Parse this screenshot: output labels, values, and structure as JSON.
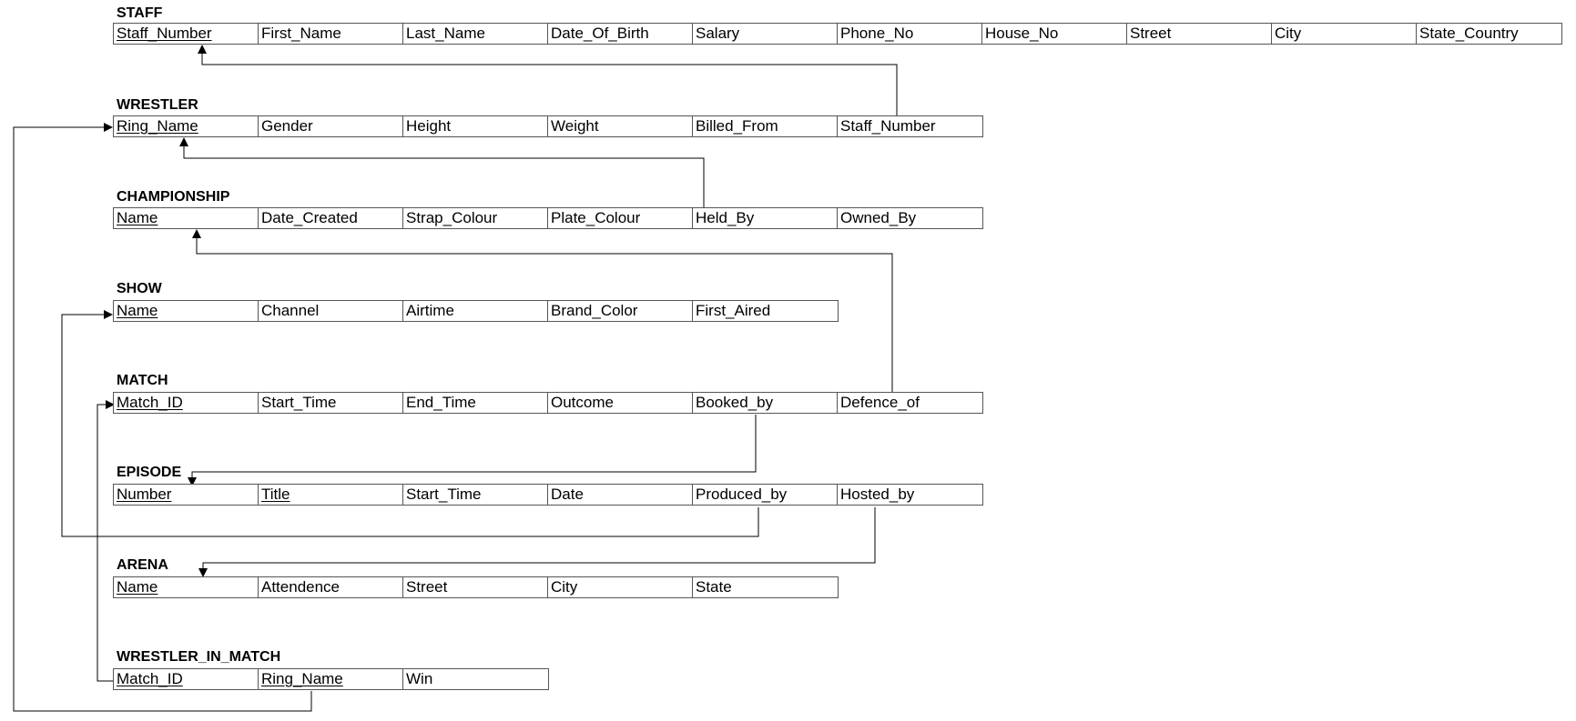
{
  "tables": [
    {
      "name": "STAFF",
      "columns": [
        {
          "label": "Staff_Number",
          "pk": true
        },
        {
          "label": "First_Name"
        },
        {
          "label": "Last_Name"
        },
        {
          "label": "Date_Of_Birth"
        },
        {
          "label": "Salary"
        },
        {
          "label": "Phone_No"
        },
        {
          "label": "House_No"
        },
        {
          "label": "Street"
        },
        {
          "label": "City"
        },
        {
          "label": "State_Country"
        }
      ]
    },
    {
      "name": "WRESTLER",
      "columns": [
        {
          "label": "Ring_Name",
          "pk": true
        },
        {
          "label": "Gender"
        },
        {
          "label": "Height"
        },
        {
          "label": "Weight"
        },
        {
          "label": "Billed_From"
        },
        {
          "label": "Staff_Number"
        }
      ]
    },
    {
      "name": "CHAMPIONSHIP",
      "columns": [
        {
          "label": "Name",
          "pk": true
        },
        {
          "label": "Date_Created"
        },
        {
          "label": "Strap_Colour"
        },
        {
          "label": "Plate_Colour"
        },
        {
          "label": "Held_By"
        },
        {
          "label": "Owned_By"
        }
      ]
    },
    {
      "name": "SHOW",
      "columns": [
        {
          "label": "Name",
          "pk": true
        },
        {
          "label": "Channel"
        },
        {
          "label": "Airtime"
        },
        {
          "label": "Brand_Color"
        },
        {
          "label": "First_Aired"
        }
      ]
    },
    {
      "name": "MATCH",
      "columns": [
        {
          "label": "Match_ID",
          "pk": true
        },
        {
          "label": "Start_Time"
        },
        {
          "label": "End_Time"
        },
        {
          "label": "Outcome"
        },
        {
          "label": "Booked_by"
        },
        {
          "label": "Defence_of"
        }
      ]
    },
    {
      "name": "EPISODE",
      "columns": [
        {
          "label": "Number",
          "pk": true
        },
        {
          "label": "Title",
          "pk": true
        },
        {
          "label": "Start_Time"
        },
        {
          "label": "Date"
        },
        {
          "label": "Produced_by"
        },
        {
          "label": "Hosted_by"
        }
      ]
    },
    {
      "name": "ARENA",
      "columns": [
        {
          "label": "Name",
          "pk": true
        },
        {
          "label": "Attendence"
        },
        {
          "label": "Street"
        },
        {
          "label": "City"
        },
        {
          "label": "State"
        }
      ]
    },
    {
      "name": "WRESTLER_IN_MATCH",
      "columns": [
        {
          "label": "Match_ID",
          "pk": true
        },
        {
          "label": "Ring_Name",
          "pk": true
        },
        {
          "label": "Win"
        }
      ]
    }
  ],
  "relationships": [
    {
      "from": "WRESTLER.Staff_Number",
      "to": "STAFF.Staff_Number"
    },
    {
      "from": "CHAMPIONSHIP.Held_By",
      "to": "WRESTLER.Ring_Name"
    },
    {
      "from": "MATCH.Defence_of",
      "to": "CHAMPIONSHIP.Name"
    },
    {
      "from": "EPISODE.Produced_by",
      "to": "SHOW.Name"
    },
    {
      "from": "MATCH.Booked_by",
      "to": "EPISODE.Number"
    },
    {
      "from": "EPISODE.Hosted_by",
      "to": "ARENA.Name"
    },
    {
      "from": "WRESTLER_IN_MATCH.Match_ID",
      "to": "MATCH.Match_ID"
    },
    {
      "from": "WRESTLER_IN_MATCH.Ring_Name",
      "to": "WRESTLER.Ring_Name"
    }
  ]
}
